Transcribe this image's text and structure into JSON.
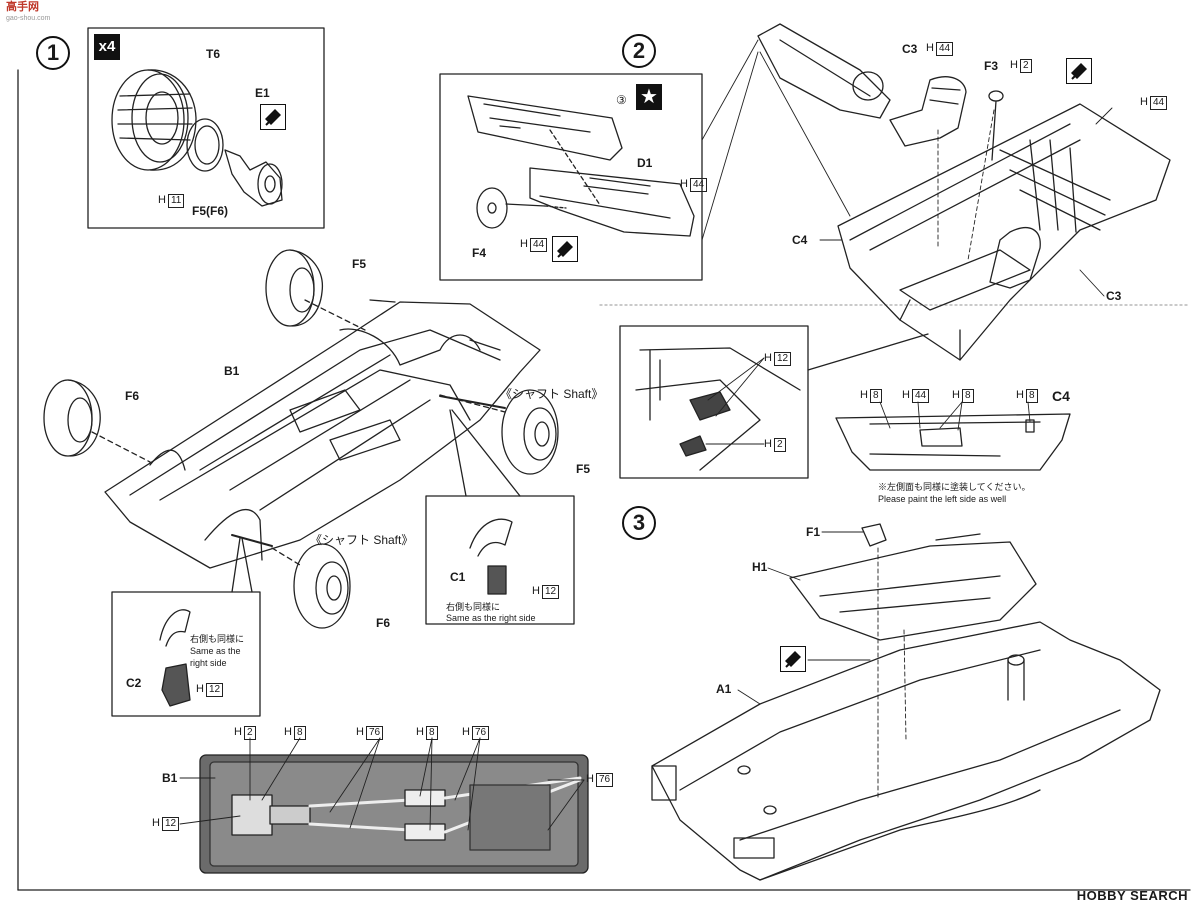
{
  "watermark": {
    "top": "高手网",
    "sub": "gao-shou.com"
  },
  "brand": "HOBBY SEARCH",
  "steps": {
    "s1": "1",
    "s2": "2",
    "s3": "3"
  },
  "multiplier": "x4",
  "step1": {
    "parts": {
      "T6": "T6",
      "E1": "E1",
      "F5F6": "F5(F6)",
      "F5a": "F5",
      "F5b": "F5",
      "F6a": "F6",
      "F6b": "F6",
      "B1": "B1",
      "C1": "C1",
      "C2": "C2",
      "B1b": "B1"
    },
    "h11": "11",
    "shaft": "《シャフト Shaft》",
    "note_right_ja": "右側も同様に",
    "note_right_en1": "Same as the",
    "note_right_en2": "right side",
    "note_right_en": "Same as the right side",
    "h12": "12",
    "bottom_codes": {
      "a": "2",
      "b": "8",
      "c": "76",
      "d": "8",
      "e": "76",
      "f": "76",
      "g": "12"
    }
  },
  "step2": {
    "parts": {
      "p3": "③",
      "D1": "D1",
      "F4": "F4",
      "C3a": "C3",
      "C3b": "C3",
      "F3": "F3",
      "C4a": "C4",
      "C4b": "C4"
    },
    "codes": {
      "h44a": "44",
      "h44b": "44",
      "h44c": "44",
      "h2": "2",
      "h44d": "44",
      "h12": "12",
      "h2b": "2",
      "h8a": "8",
      "h44e": "44",
      "h8b": "8",
      "h8c": "8"
    },
    "note_ja": "※左側面も同様に塗装してください。",
    "note_en": "Please paint the left side as well"
  },
  "step3": {
    "parts": {
      "F1": "F1",
      "H1": "H1",
      "A1": "A1"
    }
  },
  "code_prefix": "H"
}
